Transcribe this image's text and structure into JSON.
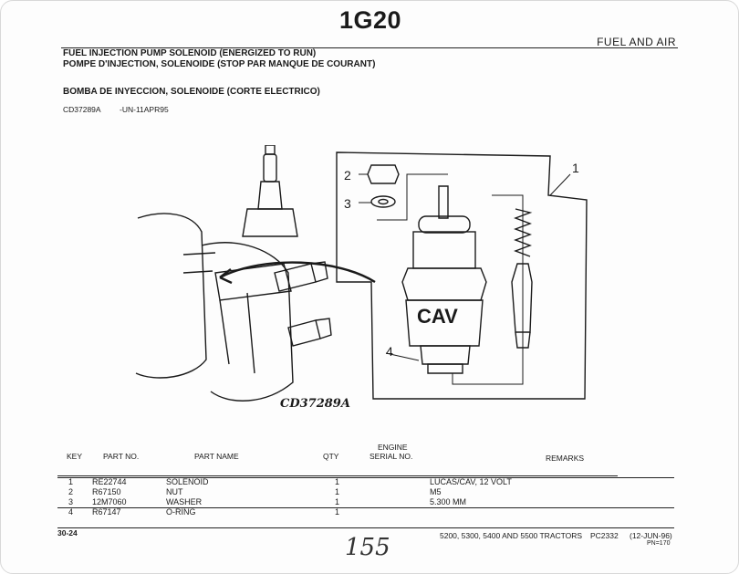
{
  "header": {
    "page_number": "1G20",
    "section": "FUEL AND AIR"
  },
  "titles": {
    "en": "FUEL INJECTION PUMP SOLENOID (ENERGIZED TO RUN)",
    "fr": "POMPE D'INJECTION, SOLENOIDE (STOP PAR MANQUE DE COURANT)",
    "es": "BOMBA DE INYECCION, SOLENOIDE (CORTE ELECTRICO)"
  },
  "figure_ref": {
    "code": "CD37289A",
    "id": "-UN-11APR95"
  },
  "illustration": {
    "callouts": [
      "1",
      "2",
      "3",
      "4"
    ],
    "brand": "CAV",
    "caption": "CD37289A"
  },
  "table": {
    "headers": {
      "key": "KEY",
      "part_no": "PART NO.",
      "part_name": "PART NAME",
      "qty": "QTY",
      "engine_serial_1": "ENGINE",
      "engine_serial_2": "SERIAL NO.",
      "remarks": "REMARKS"
    },
    "rows": [
      {
        "key": "1",
        "part_no": "RE22744",
        "part_name": "SOLENOID",
        "qty": "1",
        "remarks": "LUCAS/CAV, 12 VOLT"
      },
      {
        "key": "2",
        "part_no": "R67150",
        "part_name": "NUT",
        "qty": "1",
        "remarks": "M5"
      },
      {
        "key": "3",
        "part_no": "12M7060",
        "part_name": "WASHER",
        "qty": "1",
        "remarks": "5.300 MM"
      },
      {
        "key": "4",
        "part_no": "R67147",
        "part_name": "O-RING",
        "qty": "1",
        "remarks": ""
      }
    ]
  },
  "footer": {
    "page": "30-24",
    "models": "5200, 5300, 5400 AND 5500 TRACTORS",
    "catalog": "PC2332",
    "date": "(12-JUN-96)",
    "pn": "PN=170",
    "handwritten": "155"
  }
}
